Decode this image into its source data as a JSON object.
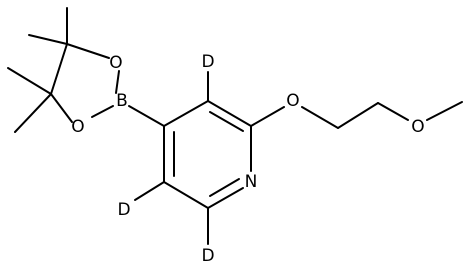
{
  "atoms": {
    "B": "B",
    "O_ring_upper": "O",
    "O_ring_lower": "O",
    "O_ether": "O",
    "O_methoxy": "O",
    "N": "N",
    "D_top": "D",
    "D_left": "D",
    "D_bottom": "D"
  }
}
